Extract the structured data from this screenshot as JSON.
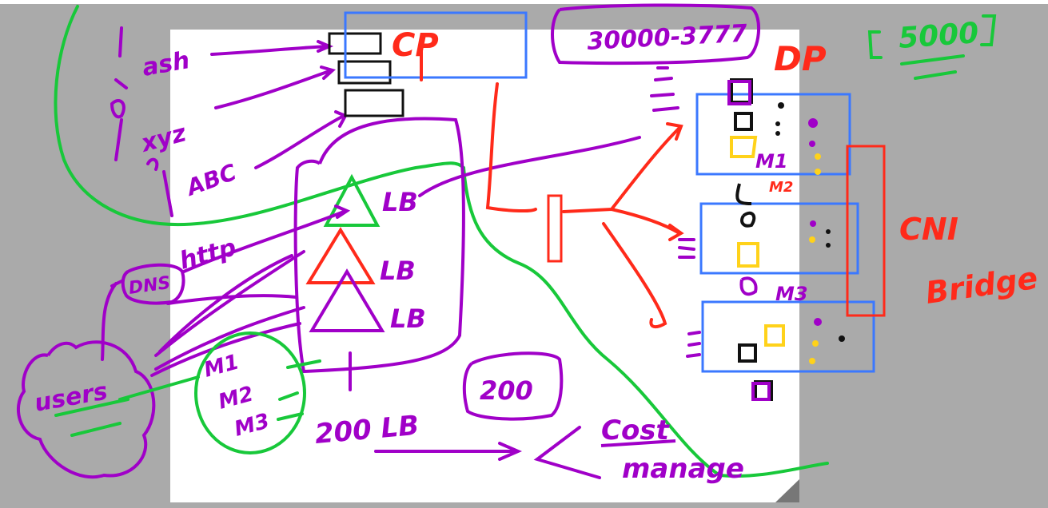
{
  "colors": {
    "background": "#aaaaaa",
    "board": "#ffffff",
    "purple": "#a000c8",
    "red": "#ff2a1a",
    "green": "#18c83a",
    "blue": "#3b78ff",
    "black": "#111111",
    "yellow": "#ffd21a"
  },
  "labels": {
    "ash": "ash",
    "xyz": "xyz",
    "abc": "ABC",
    "cp": "CP",
    "range": "30000-3777",
    "dp": "DP",
    "limit": "5000",
    "http": "http",
    "dns": "DNS",
    "users": "users",
    "lb1": "LB",
    "lb2": "LB",
    "lb3": "LB",
    "m1": "M1",
    "m2_small": "M2",
    "m3": "M3",
    "machines_m1": "M1",
    "machines_m2": "M2",
    "machines_m3": "M3",
    "lb_count": "200 LB",
    "circled_200": "200",
    "cost": "Cost",
    "manage": "manage",
    "cni": "CNI",
    "bridge": "Bridge"
  }
}
